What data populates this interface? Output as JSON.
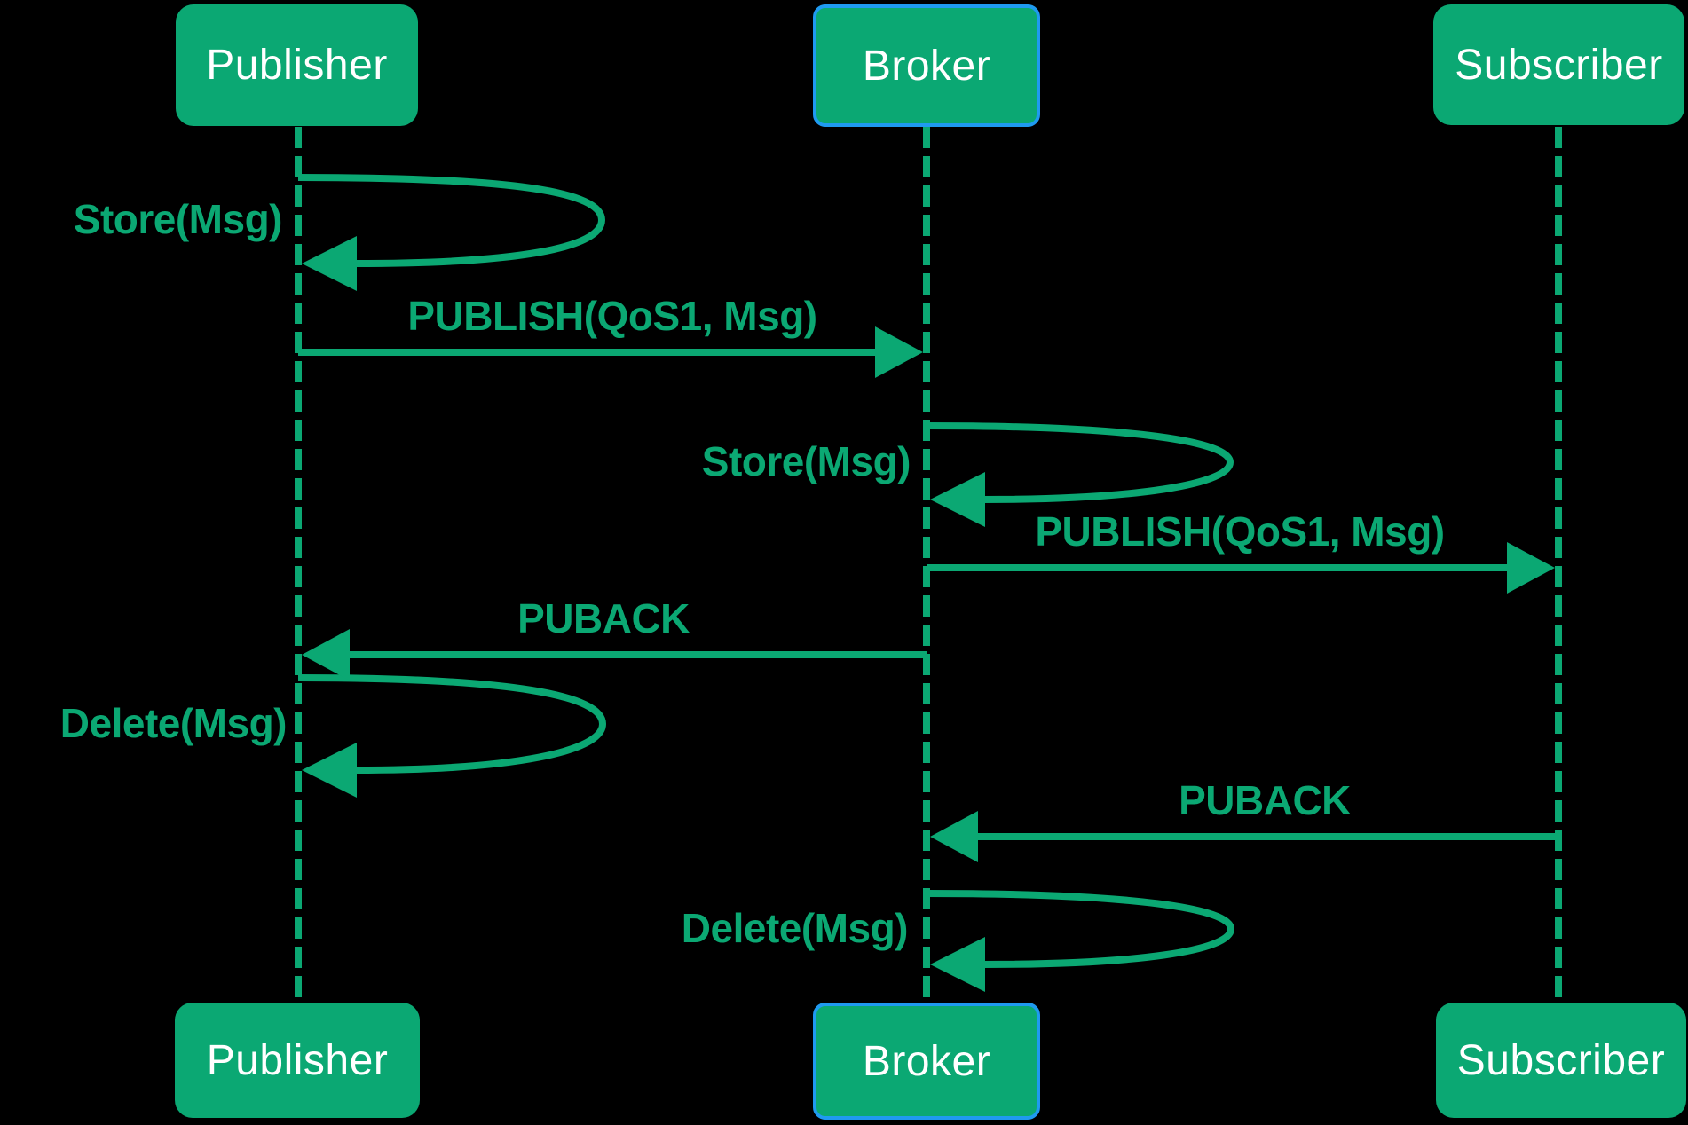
{
  "diagram_type": "sequence-diagram",
  "actors": {
    "top": [
      {
        "label": "Publisher"
      },
      {
        "label": "Broker"
      },
      {
        "label": "Subscriber"
      }
    ],
    "bottom": [
      {
        "label": "Publisher"
      },
      {
        "label": "Broker"
      },
      {
        "label": "Subscriber"
      }
    ]
  },
  "messages": [
    {
      "label": "Store(Msg)",
      "type": "self-loop",
      "actor": "Publisher"
    },
    {
      "label": "PUBLISH(QoS1, Msg)",
      "type": "arrow",
      "from": "Publisher",
      "to": "Broker"
    },
    {
      "label": "Store(Msg)",
      "type": "self-loop",
      "actor": "Broker"
    },
    {
      "label": "PUBLISH(QoS1, Msg)",
      "type": "arrow",
      "from": "Broker",
      "to": "Subscriber"
    },
    {
      "label": "PUBACK",
      "type": "arrow",
      "from": "Broker",
      "to": "Publisher"
    },
    {
      "label": "Delete(Msg)",
      "type": "self-loop",
      "actor": "Publisher"
    },
    {
      "label": "PUBACK",
      "type": "arrow",
      "from": "Subscriber",
      "to": "Broker"
    },
    {
      "label": "Delete(Msg)",
      "type": "self-loop",
      "actor": "Broker"
    }
  ],
  "colors": {
    "background": "#000000",
    "green": "#0ba873",
    "box_text": "#ffffff",
    "broker_border": "#1f9af0"
  }
}
